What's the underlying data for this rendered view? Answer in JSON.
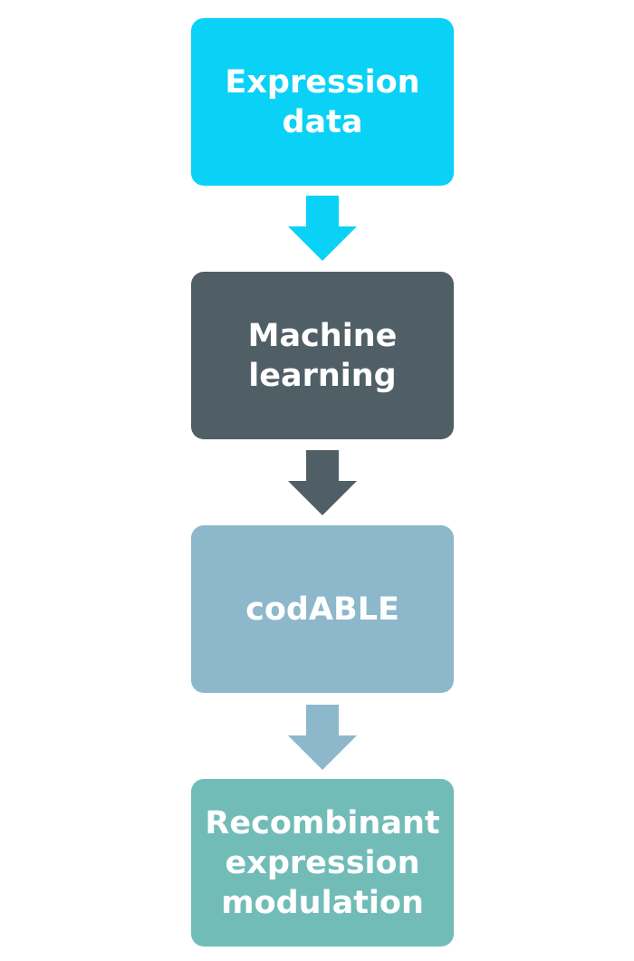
{
  "flowchart": {
    "steps": [
      {
        "label": "Expression\ndata",
        "color": "#0ad2f7"
      },
      {
        "label": "Machine\nlearning",
        "color": "#505f66"
      },
      {
        "label": "codABLE",
        "color": "#8db8cc"
      },
      {
        "label": "Recombinant\nexpression\nmodulation",
        "color": "#72bcb8"
      }
    ],
    "arrows": [
      {
        "color": "#0ad2f7"
      },
      {
        "color": "#505f66"
      },
      {
        "color": "#8db8cc"
      }
    ]
  }
}
